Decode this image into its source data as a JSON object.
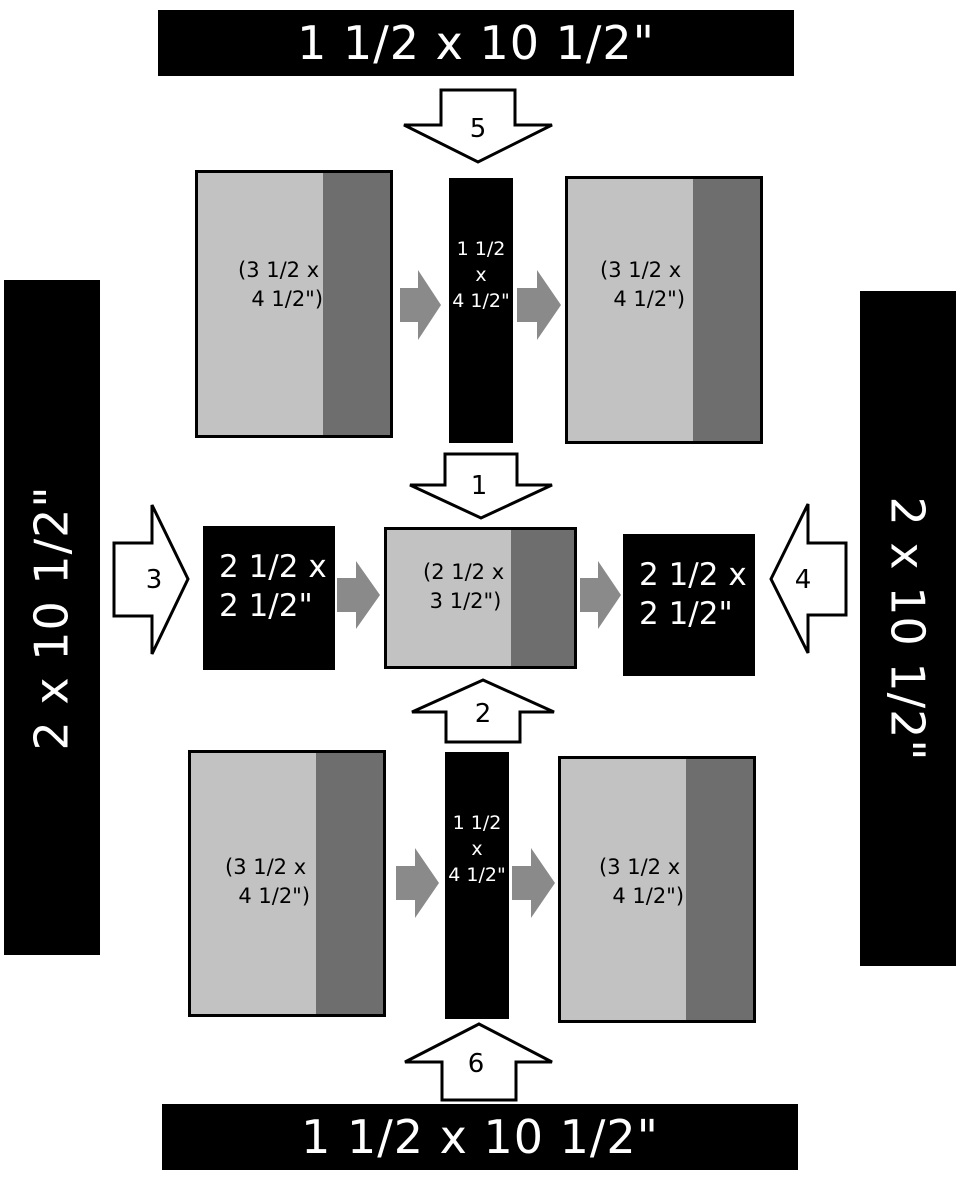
{
  "strips": {
    "top": "1 1/2 x 10 1/2\"",
    "bottom": "1 1/2 x 10 1/2\"",
    "left": "2 x 10 1/2\"",
    "right": "2 x 10 1/2\""
  },
  "blocks": {
    "top_left": [
      "(3 1/2 x",
      "  4 1/2\")"
    ],
    "top_right": [
      "(3 1/2 x",
      "  4 1/2\")"
    ],
    "bottom_left": [
      "(3 1/2 x",
      "  4 1/2\")"
    ],
    "bottom_right": [
      "(3 1/2 x",
      "  4 1/2\")"
    ],
    "center": [
      "(2 1/2 x",
      " 3 1/2\")"
    ]
  },
  "narrow_strips": {
    "top": [
      "1 1/2",
      "x",
      "4 1/2\""
    ],
    "bottom": [
      "1 1/2",
      "x",
      "4 1/2\""
    ]
  },
  "squares": {
    "left": [
      "2 1/2 x",
      "2 1/2\""
    ],
    "right": [
      "2 1/2 x",
      "2 1/2\""
    ]
  },
  "steps": {
    "one": "1",
    "two": "2",
    "three": "3",
    "four": "4",
    "five": "5",
    "six": "6"
  },
  "colors": {
    "light_fabric": "#c2c2c2",
    "dark_fabric": "#6e6e6e",
    "strip": "#000000",
    "join_arrow": "#8a8a8a"
  }
}
